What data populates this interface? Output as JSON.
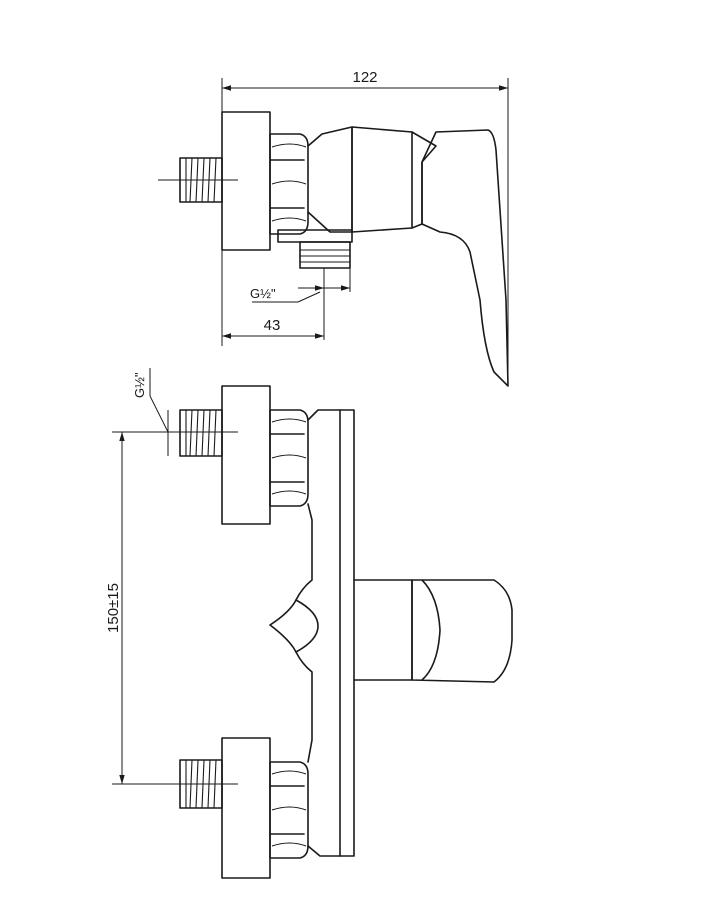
{
  "dimensions": {
    "overall_width": "122",
    "inlet_offset": "43",
    "thread_top": "G½\"",
    "thread_side": "G½\"",
    "inlet_spacing": "150±15"
  }
}
